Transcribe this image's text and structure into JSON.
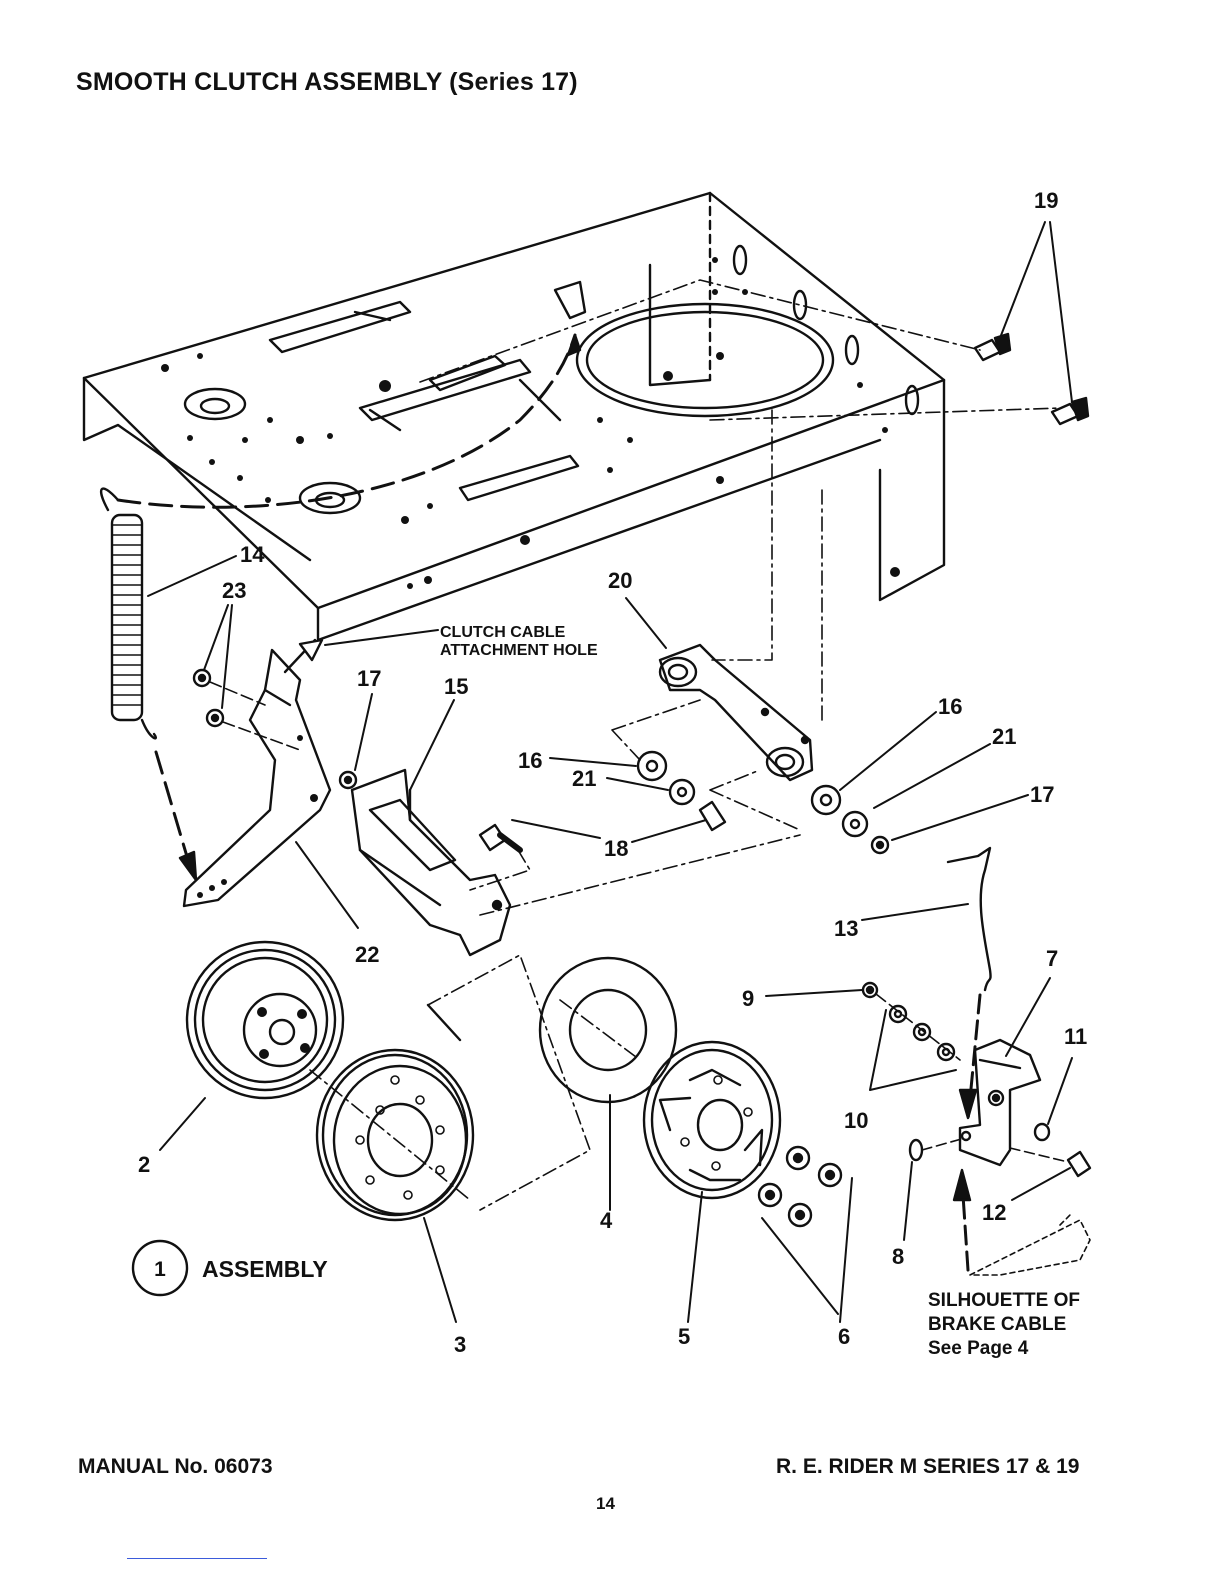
{
  "title": "SMOOTH CLUTCH ASSEMBLY (Series 17)",
  "footer": {
    "manual": "MANUAL No. 06073",
    "model": "R. E. RIDER M SERIES 17 & 19",
    "page": "14"
  },
  "callouts": {
    "c19": "19",
    "c14": "14",
    "c23": "23",
    "c20": "20",
    "c17a": "17",
    "c15": "15",
    "c16a": "16",
    "c16b": "16",
    "c21a": "21",
    "c21b": "21",
    "c17b": "17",
    "c18": "18",
    "c22": "22",
    "c13": "13",
    "c7": "7",
    "c9": "9",
    "c11": "11",
    "c10": "10",
    "c2": "2",
    "c4": "4",
    "c12": "12",
    "c8": "8",
    "c3": "3",
    "c5": "5",
    "c6": "6"
  },
  "notes": {
    "clutch_cable_line1": "CLUTCH CABLE",
    "clutch_cable_line2": "ATTACHMENT HOLE",
    "silhouette_line1": "SILHOUETTE OF",
    "silhouette_line2": "BRAKE CABLE",
    "silhouette_line3": "See Page 4"
  },
  "assembly": {
    "number": "1",
    "label": "ASSEMBLY"
  }
}
